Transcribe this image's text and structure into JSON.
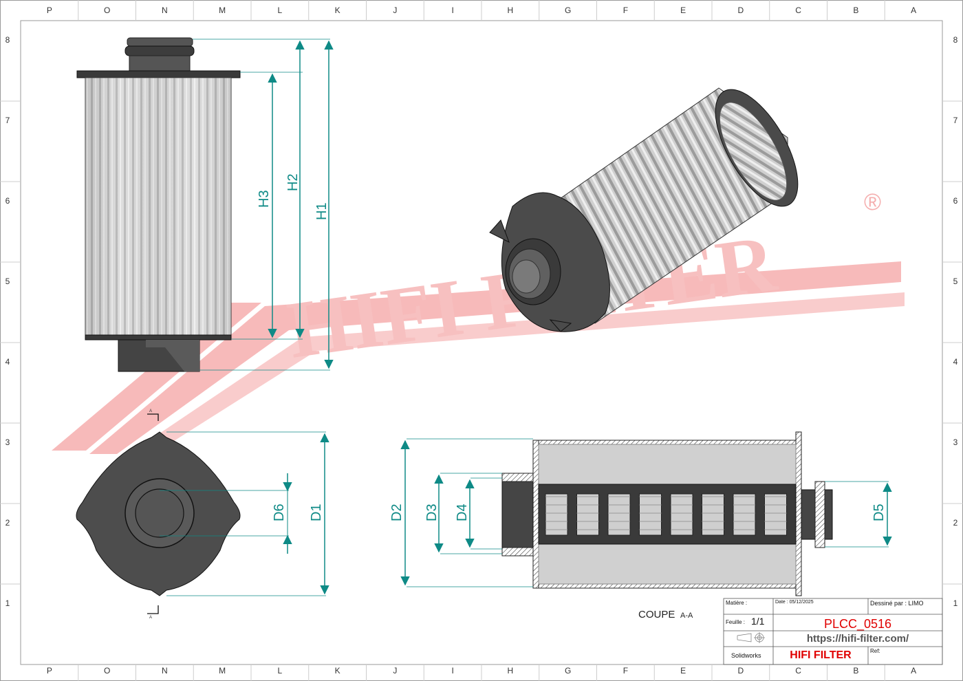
{
  "frame": {
    "top_columns": [
      "P",
      "O",
      "N",
      "M",
      "L",
      "K",
      "J",
      "I",
      "H",
      "G",
      "F",
      "E",
      "D",
      "C",
      "B",
      "A"
    ],
    "bottom_columns": [
      "P",
      "O",
      "N",
      "M",
      "L",
      "K",
      "J",
      "I",
      "H",
      "G",
      "F",
      "E",
      "D",
      "C",
      "B",
      "A"
    ],
    "rows": [
      "8",
      "7",
      "6",
      "5",
      "4",
      "3",
      "2",
      "1"
    ]
  },
  "watermark": {
    "brand": "HIFI FILTER",
    "registered": "®",
    "color": "#f4a6a6"
  },
  "dimensions": {
    "side_view": [
      "H1",
      "H2",
      "H3"
    ],
    "bottom_view": [
      "D1",
      "D6"
    ],
    "section_view": [
      "D2",
      "D3",
      "D4",
      "D5"
    ],
    "dim_color": "#0e8a86"
  },
  "section_caption": {
    "main": "COUPE",
    "suffix": "A-A"
  },
  "section_marks": {
    "top": "A",
    "bottom": "A"
  },
  "title_block": {
    "matiere_label": "Matière :",
    "date_label": "Date : 05/12/2025",
    "dessine_label": "Dessiné par : LIMO",
    "feuille_label": "Feuille :",
    "feuille_value": "1/1",
    "part_number": "PLCC_0516",
    "url": "https://hifi-filter.com/",
    "software": "Solidworks",
    "brand": "HIFI FILTER",
    "ref_label": "Ref:"
  }
}
